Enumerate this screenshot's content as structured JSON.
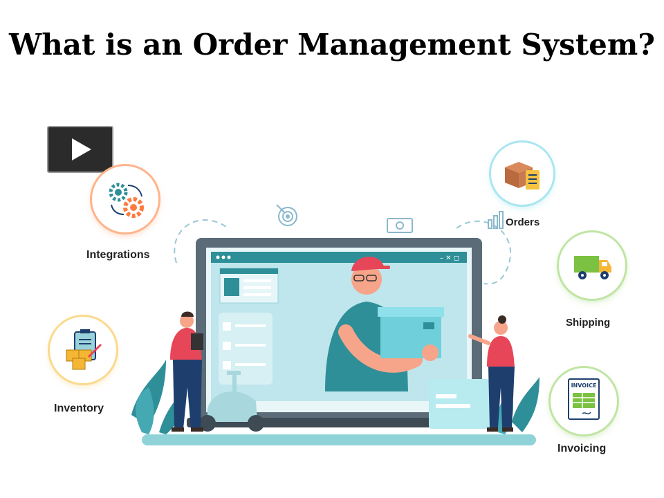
{
  "slide": {
    "title": "What is an Order Management System?"
  },
  "features": {
    "integrations": {
      "label": "Integrations",
      "icon": "gears-icon",
      "color": "#ff7a3d"
    },
    "orders": {
      "label": "Orders",
      "icon": "box-checklist-icon",
      "color": "#5ad0e6"
    },
    "shipping": {
      "label": "Shipping",
      "icon": "truck-icon",
      "color": "#7cc242"
    },
    "inventory": {
      "label": "Inventory",
      "icon": "clipboard-boxes-icon",
      "color": "#f5b634"
    },
    "invoicing": {
      "label": "Invoicing",
      "icon": "invoice-icon",
      "color": "#7cc242"
    }
  },
  "screen": {
    "controls": "– ✕ ◻"
  },
  "invoice_text": "INVOICE"
}
